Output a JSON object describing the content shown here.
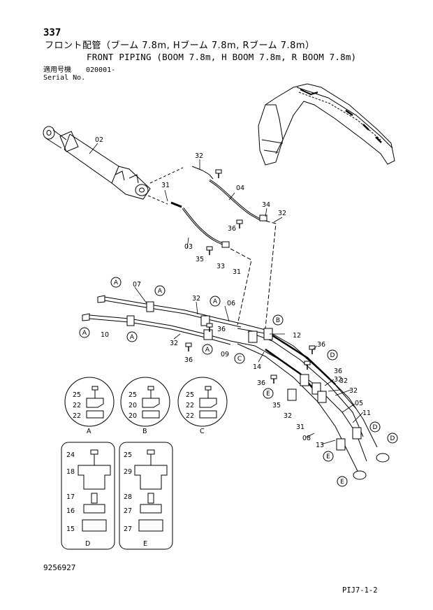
{
  "header": {
    "page_number": "337",
    "title_jp": "フロント配管（ブーム 7.8m, Hブーム 7.8m, Rブーム 7.8m）",
    "title_en": "FRONT PIPING (BOOM 7.8m, H BOOM 7.8m, R BOOM 7.8m)",
    "serial_label_jp": "適用号機",
    "serial_label_en": "Serial No.",
    "serial_value": "020001-"
  },
  "footer": {
    "doc_number": "9256927",
    "page_code": "PIJ7-1-2"
  },
  "callouts": {
    "c02": "02",
    "c32a": "32",
    "c04": "04",
    "c31a": "31",
    "c34": "34",
    "c32b": "32",
    "c36a": "36",
    "c03": "03",
    "c35a": "35",
    "c33": "33",
    "c31b": "31",
    "c07": "07",
    "c32c": "32",
    "c06": "06",
    "c10": "10",
    "c36b": "36",
    "c32d": "32",
    "c36c": "36",
    "c09": "09",
    "c12": "12",
    "c14": "14",
    "c36d": "36",
    "c36e": "36",
    "c32e": "32",
    "c36f": "36",
    "c32f": "32",
    "c32g": "32",
    "c35b": "35",
    "c05": "05",
    "c11": "11",
    "c32h": "32",
    "c31c": "31",
    "c08": "08",
    "c13": "13"
  },
  "circle_labels": {
    "a1": "A",
    "a2": "A",
    "a3": "A",
    "a4": "A",
    "a5": "A",
    "b1": "B",
    "c1": "C",
    "d1": "D",
    "d2": "D",
    "d3": "D",
    "e1": "E",
    "e2": "E",
    "e3": "E"
  },
  "details": {
    "A": {
      "letter": "A",
      "parts": [
        "25",
        "22",
        "22"
      ]
    },
    "B": {
      "letter": "B",
      "parts": [
        "25",
        "20",
        "20"
      ]
    },
    "C": {
      "letter": "C",
      "parts": [
        "25",
        "22",
        "22"
      ]
    },
    "D": {
      "letter": "D",
      "parts": [
        "24",
        "18",
        "17",
        "16",
        "15"
      ]
    },
    "E": {
      "letter": "E",
      "parts": [
        "25",
        "29",
        "28",
        "27",
        "27"
      ]
    }
  }
}
